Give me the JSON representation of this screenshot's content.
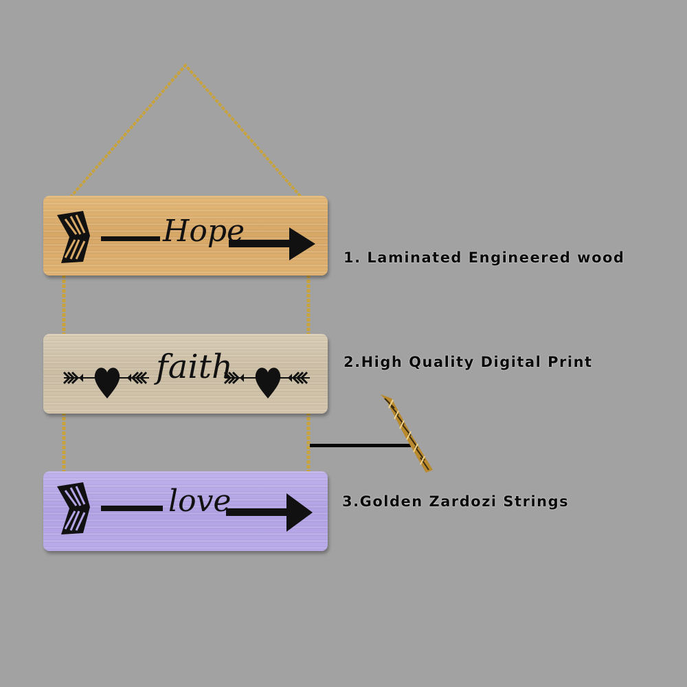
{
  "signs": [
    {
      "word": "Hope",
      "color": "#d9a968"
    },
    {
      "word": "faith",
      "color": "#cdbfa6"
    },
    {
      "word": "love",
      "color": "#b4a5e6"
    }
  ],
  "features": [
    {
      "label": "1. Laminated Engineered wood"
    },
    {
      "label": "2.High Quality Digital Print"
    },
    {
      "label": "3.Golden Zardozi Strings"
    }
  ],
  "colors": {
    "background": "#a2a2a2",
    "rope": "#c9a33b",
    "ink": "#111111"
  }
}
